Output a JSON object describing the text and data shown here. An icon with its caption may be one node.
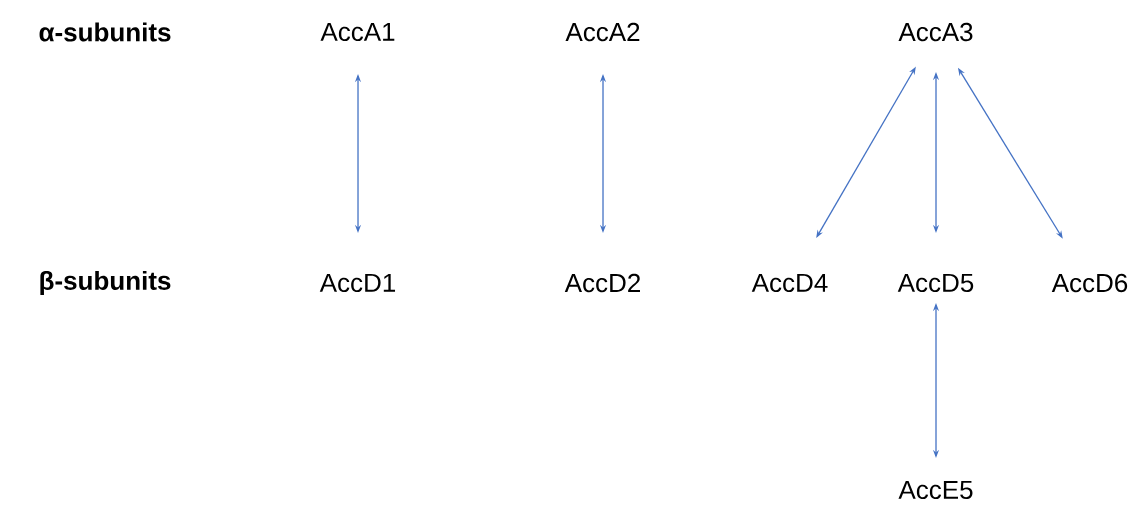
{
  "diagram": {
    "nodes": [
      {
        "text": [
          "AccA1"
        ]
      },
      {
        "text": [
          "AccA2"
        ]
      },
      {
        "text": [
          "AccA3"
        ]
      },
      {
        "text": [
          "AccD1"
        ]
      },
      {
        "text": [
          "AccD2"
        ]
      },
      {
        "text": [
          "AccD4"
        ]
      },
      {
        "text": [
          "AccD5"
        ]
      },
      {
        "text": [
          "AccD6"
        ]
      },
      {
        "text": [
          "AccE5"
        ]
      }
    ],
    "edges": [
      {
        "from": 0,
        "to": 3,
        "arrow": "both"
      },
      {
        "from": 1,
        "to": 4,
        "arrow": "both"
      },
      {
        "from": 2,
        "to": 5,
        "arrow": "both"
      },
      {
        "from": 2,
        "to": 6,
        "arrow": "both"
      },
      {
        "from": 2,
        "to": 7,
        "arrow": "both"
      },
      {
        "from": 6,
        "to": 8,
        "arrow": "both"
      }
    ],
    "labels": [
      "α-subunits",
      "β-subunits"
    ]
  }
}
